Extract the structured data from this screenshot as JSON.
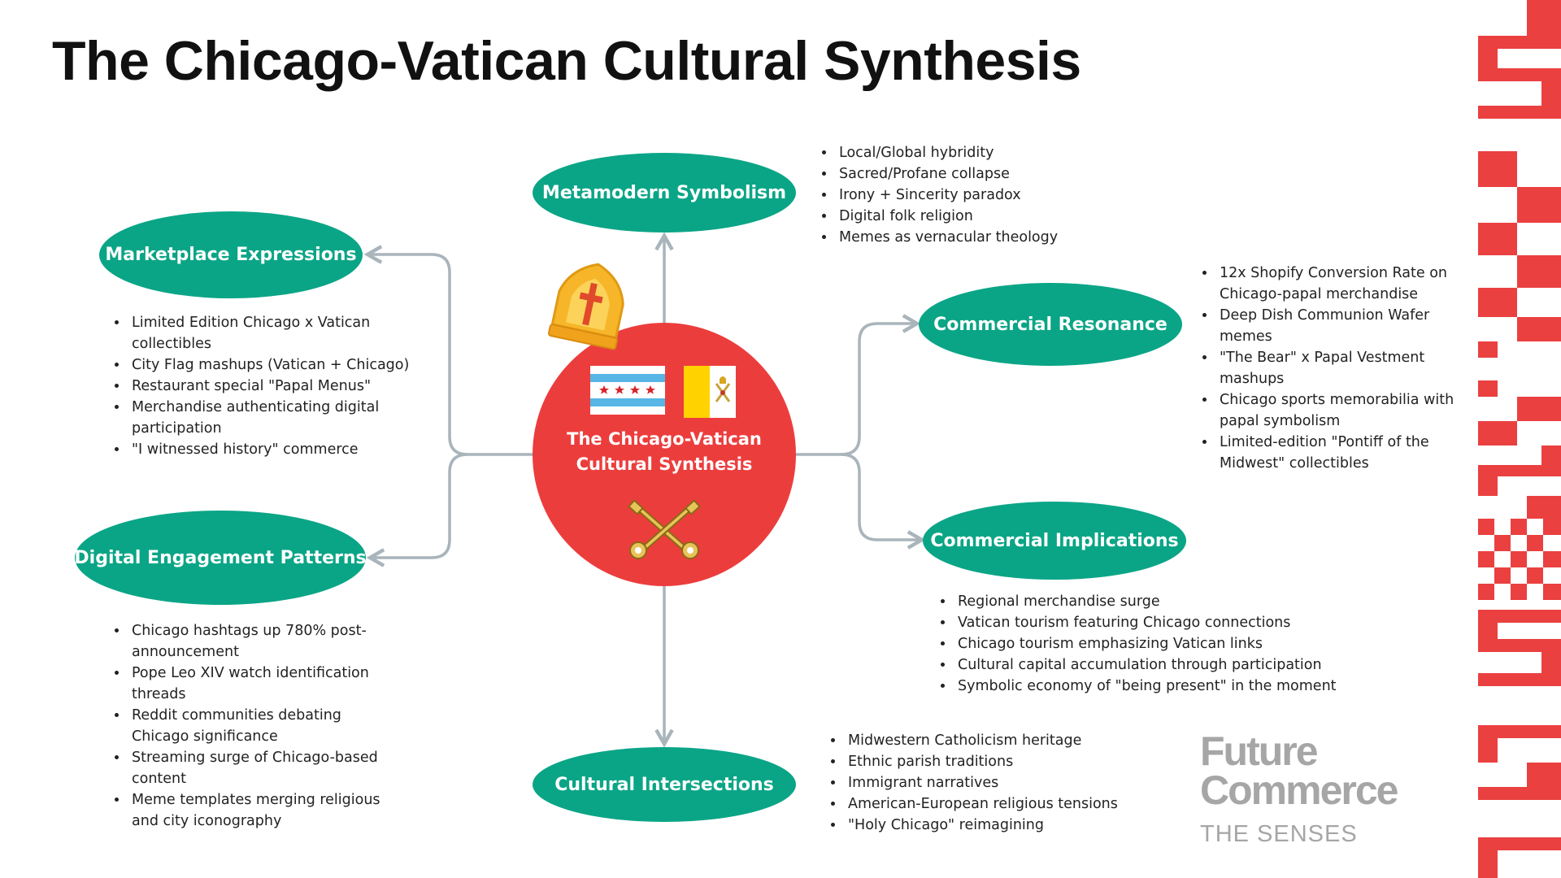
{
  "title": "The Chicago-Vatican Cultural Synthesis",
  "colors": {
    "teal": "#0aa586",
    "red": "#ec3d3d",
    "connector": "#a9b4bb",
    "brand_gray": "#a6a6a6"
  },
  "center": {
    "label": "The Chicago-Vatican\nCultural Synthesis",
    "icons": [
      "mitre-icon",
      "chicago-flag-icon",
      "vatican-flag-icon",
      "crossed-keys-icon"
    ]
  },
  "nodes": {
    "metamodern": {
      "label": "Metamodern Symbolism",
      "bullets": [
        "Local/Global hybridity",
        "Sacred/Profane collapse",
        "Irony + Sincerity paradox",
        "Digital folk religion",
        "Memes as vernacular theology"
      ]
    },
    "marketplace": {
      "label": "Marketplace Expressions",
      "bullets": [
        "Limited Edition Chicago x Vatican collectibles",
        "City Flag mashups (Vatican + Chicago)",
        "Restaurant special \"Papal Menus\"",
        "Merchandise authenticating digital participation",
        "\"I witnessed history\" commerce"
      ]
    },
    "digital": {
      "label": "Digital Engagement Patterns",
      "bullets": [
        "Chicago hashtags up 780% post-announcement",
        "Pope Leo XIV watch identification threads",
        "Reddit communities debating Chicago significance",
        "Streaming surge of Chicago-based content",
        "Meme templates merging religious and city iconography"
      ]
    },
    "resonance": {
      "label": "Commercial Resonance",
      "bullets": [
        "12x Shopify Conversion Rate on Chicago-papal merchandise",
        "Deep Dish Communion Wafer memes",
        "\"The Bear\" x Papal Vestment mashups",
        "Chicago sports memorabilia with papal symbolism",
        "Limited-edition \"Pontiff of the Midwest\" collectibles"
      ]
    },
    "implications": {
      "label": "Commercial Implications",
      "bullets": [
        "Regional merchandise surge",
        "Vatican tourism featuring Chicago connections",
        "Chicago tourism emphasizing Vatican links",
        "Cultural capital accumulation through participation",
        "Symbolic economy of \"being present\" in the moment"
      ]
    },
    "intersections": {
      "label": "Cultural Intersections",
      "bullets": [
        "Midwestern Catholicism heritage",
        "Ethnic parish traditions",
        "Immigrant narratives",
        "American-European religious tensions",
        "\"Holy Chicago\" reimagining"
      ]
    }
  },
  "branding": {
    "line1": "Future",
    "line2": "Commerce",
    "line3": "THE SENSES"
  }
}
